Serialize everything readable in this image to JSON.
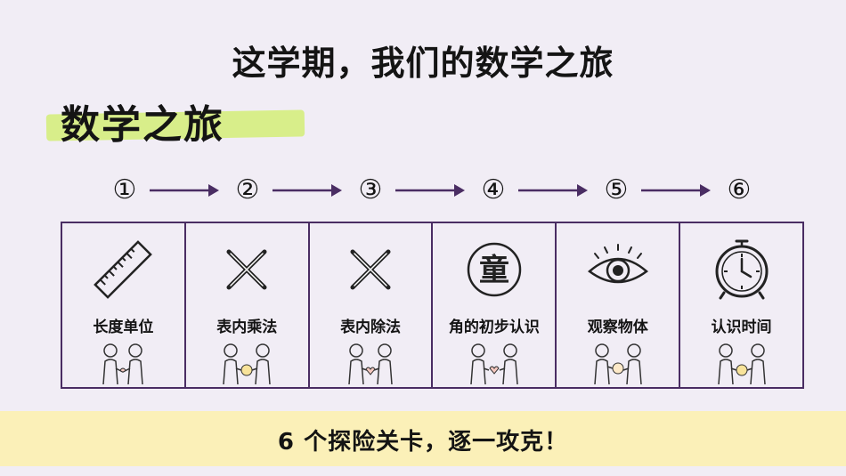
{
  "header": {
    "title": "这学期，我们的数学之旅",
    "subtitle": "数学之旅"
  },
  "steps": [
    "①",
    "②",
    "③",
    "④",
    "⑤",
    "⑥"
  ],
  "cards": [
    {
      "label": "长度单位",
      "icon": "ruler-icon"
    },
    {
      "label": "表内乘法",
      "icon": "multiply-icon"
    },
    {
      "label": "表内除法",
      "icon": "multiply-icon"
    },
    {
      "label": "角的初步认识",
      "icon": "badge-icon",
      "glyph": "童"
    },
    {
      "label": "观察物体",
      "icon": "eye-icon"
    },
    {
      "label": "认识时间",
      "icon": "clock-icon"
    }
  ],
  "banner": {
    "text": "6 个探险关卡，逐一攻克！"
  },
  "colors": {
    "accent": "#4a2d63",
    "highlight": "#d8ee8a",
    "banner": "#fbf0b8",
    "background": "#f1edf5"
  }
}
